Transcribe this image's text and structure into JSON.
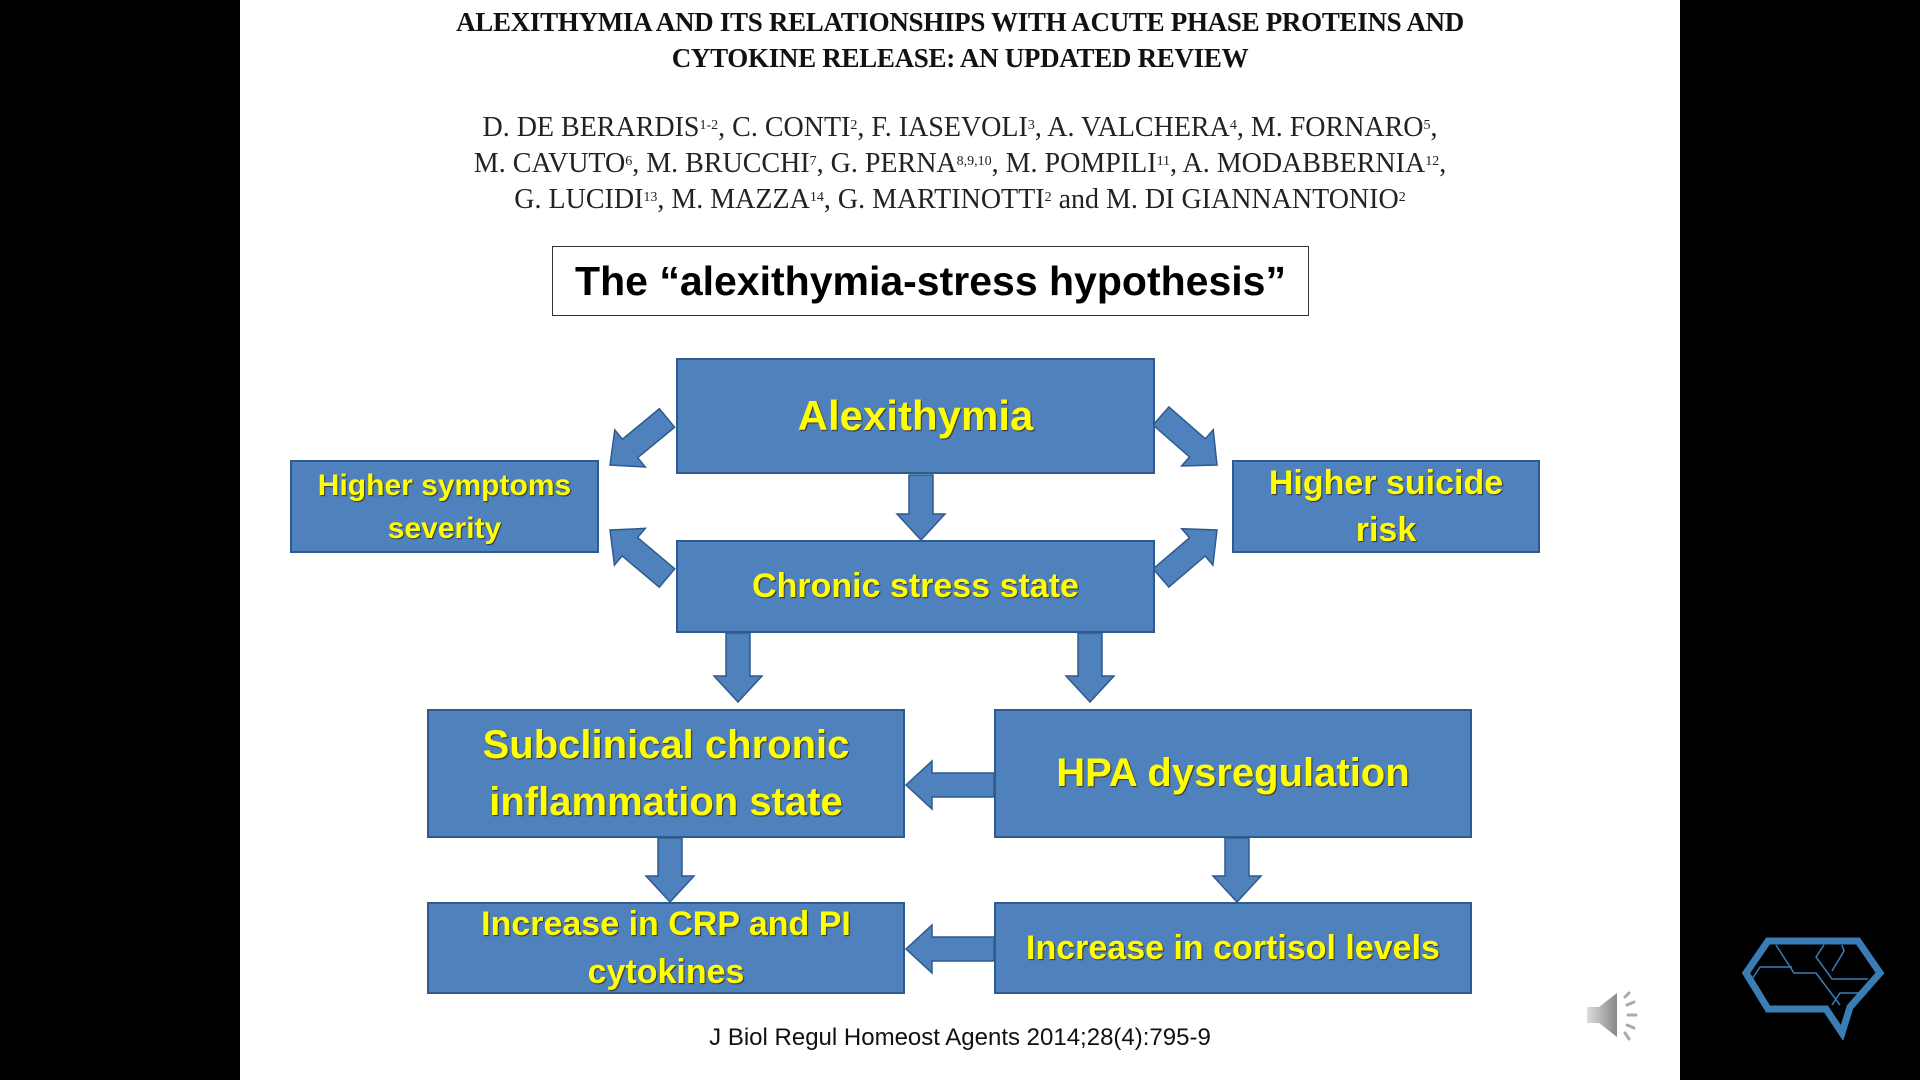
{
  "title": [
    "ALEXITHYMIA AND ITS RELATIONSHIPS WITH ACUTE PHASE PROTEINS AND",
    "CYTOKINE RELEASE: AN UPDATED REVIEW"
  ],
  "authors": [
    [
      {
        "n": "D. DE BERARDIS",
        "s": "1-2"
      },
      {
        "n": ", C. CONTI",
        "s": "2"
      },
      {
        "n": ", F. IASEVOLI",
        "s": "3"
      },
      {
        "n": ", A. VALCHERA",
        "s": "4"
      },
      {
        "n": ", M. FORNARO",
        "s": "5"
      },
      {
        "n": ",",
        "s": ""
      }
    ],
    [
      {
        "n": "M. CAVUTO",
        "s": "6"
      },
      {
        "n": ", M. BRUCCHI",
        "s": "7"
      },
      {
        "n": ", G. PERNA",
        "s": "8,9,10"
      },
      {
        "n": ", M. POMPILI",
        "s": "11"
      },
      {
        "n": ", A. MODABBERNIA",
        "s": "12"
      },
      {
        "n": ",",
        "s": ""
      }
    ],
    [
      {
        "n": "G. LUCIDI",
        "s": "13"
      },
      {
        "n": ", M. MAZZA",
        "s": "14"
      },
      {
        "n": ", G. MARTINOTTI",
        "s": "2"
      },
      {
        "n": " and M. DI GIANNANTONIO",
        "s": "2"
      }
    ]
  ],
  "hypothesis": "The “alexithymia-stress hypothesis”",
  "boxes": {
    "alexithymia": "Alexithymia",
    "symptoms": "Higher symptoms severity",
    "suicide": "Higher suicide risk",
    "chronic_stress": "Chronic stress state",
    "inflammation": "Subclinical chronic inflammation state",
    "hpa": "HPA dysregulation",
    "crp": "Increase in CRP and PI cytokines",
    "cortisol": "Increase in cortisol levels"
  },
  "citation": "J Biol Regul Homeost Agents 2014;28(4):795-9",
  "icons": {
    "speaker": "speaker-icon",
    "logo": "hexagon-brain-logo"
  },
  "colors": {
    "box_fill": "#4F81BD",
    "box_text": "#FFFF00",
    "arrow": "#4F81BD"
  }
}
